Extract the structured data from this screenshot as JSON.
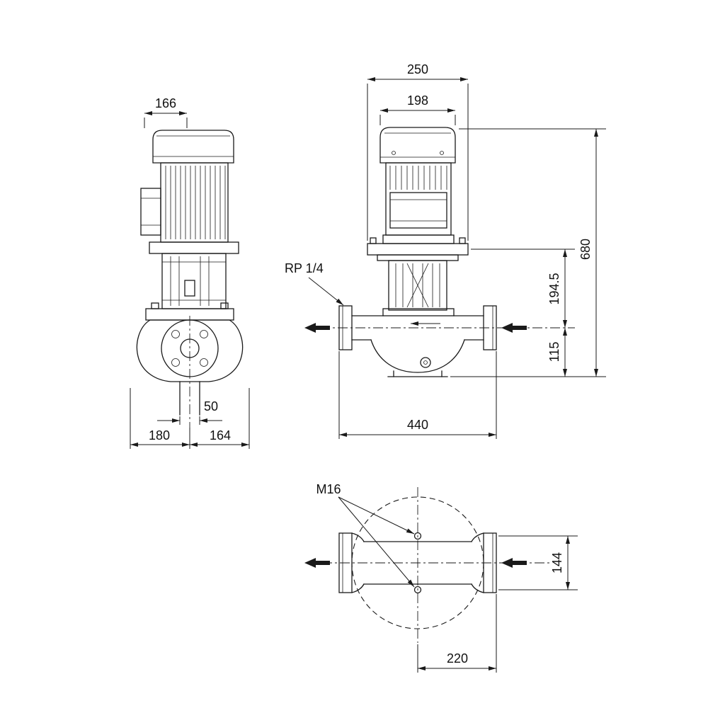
{
  "drawing": {
    "type": "in-line pump dimensional drawing",
    "line_color": "#1a1a1a",
    "background": "#ffffff"
  },
  "views": {
    "front": {
      "dim_width_top": "166",
      "dim_port": "50",
      "dim_left": "180",
      "dim_right": "164"
    },
    "side": {
      "dim_plate": "250",
      "dim_motor": "198",
      "dim_height_total": "680",
      "dim_height_mid": "194.5",
      "dim_height_port": "115",
      "dim_length": "440",
      "tapping": "RP 1/4"
    },
    "top": {
      "thread": "M16",
      "dim_depth": "144",
      "dim_half_length": "220"
    }
  }
}
